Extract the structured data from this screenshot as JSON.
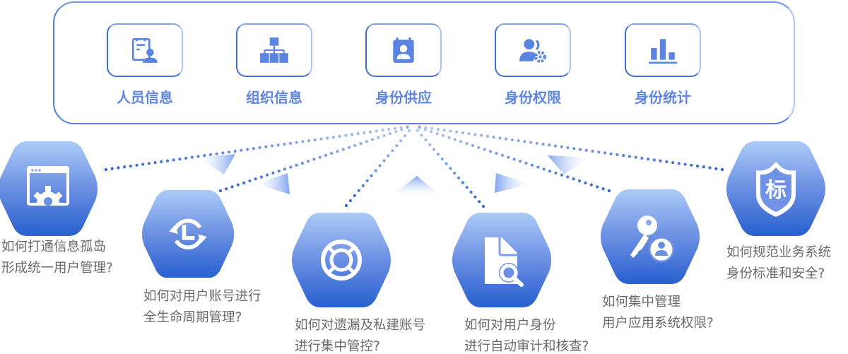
{
  "top_modules": [
    {
      "label": "人员信息",
      "icon": "person-info-icon"
    },
    {
      "label": "组织信息",
      "icon": "org-chart-icon"
    },
    {
      "label": "身份供应",
      "icon": "id-badge-icon"
    },
    {
      "label": "身份权限",
      "icon": "user-permission-icon"
    },
    {
      "label": "身份统计",
      "icon": "bar-stats-icon"
    }
  ],
  "questions": [
    {
      "line1": "如何打通信息孤岛",
      "line2": "形成统一用户管理?",
      "icon": "app-settings-icon"
    },
    {
      "line1": "如何对用户账号进行",
      "line2": "全生命周期管理?",
      "icon": "lifecycle-clock-icon"
    },
    {
      "line1": "如何对遗漏及私建账号",
      "line2": "进行集中管控?",
      "icon": "lifebuoy-icon"
    },
    {
      "line1": "如何对用户身份",
      "line2": "进行自动审计和核查?",
      "icon": "document-search-icon"
    },
    {
      "line1": "如何集中管理",
      "line2": "用户应用系统权限?",
      "icon": "key-user-icon"
    },
    {
      "line1": "如何规范业务系统",
      "line2": "身份标准和安全?",
      "icon": "shield-standard-icon",
      "shield_text": "标"
    }
  ],
  "colors": {
    "accent": "#5b83e0",
    "dark": "#2e63d1",
    "light": "#a9c8f7",
    "text": "#6b6b6b"
  }
}
